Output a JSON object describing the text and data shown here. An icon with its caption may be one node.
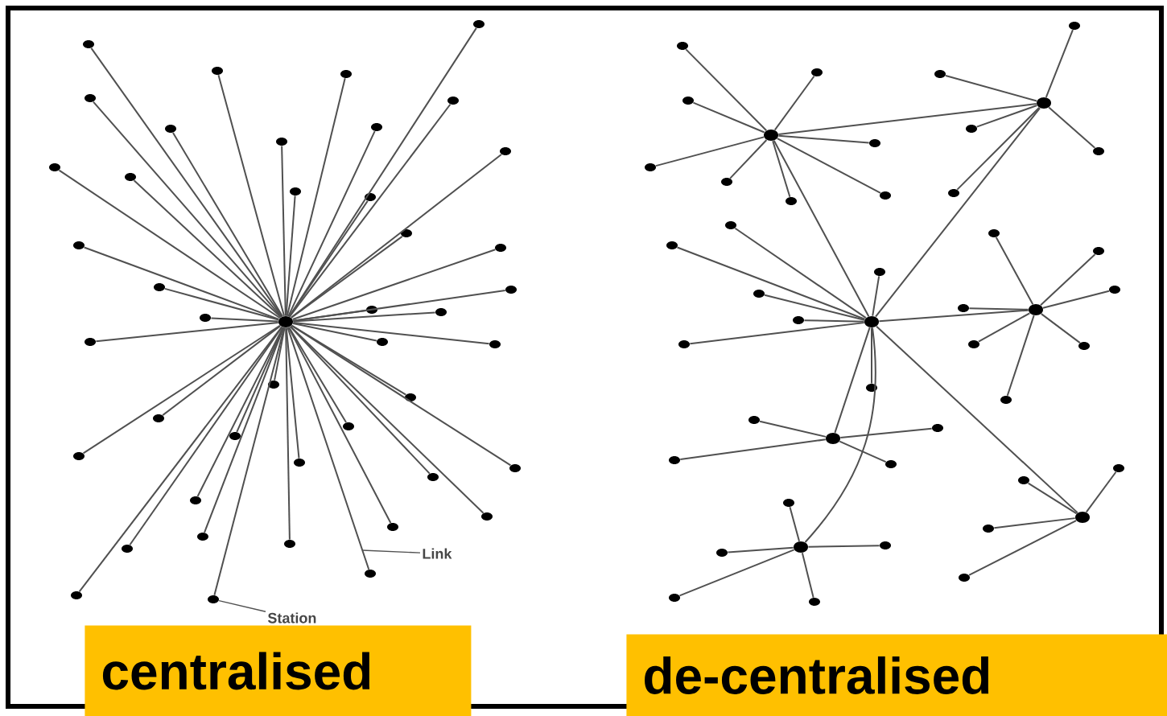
{
  "diagram": {
    "nodes": [
      {
        "text": [],
        "shape": "circle"
      },
      {
        "text": [],
        "shape": "circle"
      },
      {
        "text": [],
        "shape": "circle"
      },
      {
        "text": [],
        "shape": "circle"
      },
      {
        "text": [],
        "shape": "circle"
      },
      {
        "text": [],
        "shape": "circle"
      },
      {
        "text": [],
        "shape": "circle"
      },
      {
        "text": [],
        "shape": "circle"
      },
      {
        "text": [],
        "shape": "circle"
      },
      {
        "text": [],
        "shape": "circle"
      },
      {
        "text": [],
        "shape": "circle"
      },
      {
        "text": [],
        "shape": "circle"
      },
      {
        "text": [],
        "shape": "circle"
      },
      {
        "text": [],
        "shape": "circle"
      },
      {
        "text": [],
        "shape": "circle"
      },
      {
        "text": [],
        "shape": "circle"
      },
      {
        "text": [],
        "shape": "circle"
      },
      {
        "text": [],
        "shape": "circle"
      },
      {
        "text": [],
        "shape": "circle"
      },
      {
        "text": [],
        "shape": "circle"
      },
      {
        "text": [],
        "shape": "circle"
      },
      {
        "text": [],
        "shape": "circle"
      },
      {
        "text": [],
        "shape": "circle"
      },
      {
        "text": [],
        "shape": "circle"
      },
      {
        "text": [],
        "shape": "circle"
      },
      {
        "text": [],
        "shape": "circle"
      },
      {
        "text": [],
        "shape": "circle"
      },
      {
        "text": [],
        "shape": "circle"
      },
      {
        "text": [],
        "shape": "circle"
      },
      {
        "text": [],
        "shape": "circle"
      },
      {
        "text": [],
        "shape": "circle"
      },
      {
        "text": [],
        "shape": "circle"
      },
      {
        "text": [],
        "shape": "circle"
      },
      {
        "text": [],
        "shape": "circle"
      },
      {
        "text": [],
        "shape": "circle"
      },
      {
        "text": [],
        "shape": "circle"
      },
      {
        "text": [],
        "shape": "circle"
      },
      {
        "text": [],
        "shape": "circle"
      },
      {
        "text": [],
        "shape": "circle"
      },
      {
        "text": [],
        "shape": "circle"
      },
      {
        "text": [],
        "shape": "circle"
      },
      {
        "text": [],
        "shape": "circle"
      },
      {
        "text": [],
        "shape": "circle"
      },
      {
        "text": [],
        "shape": "circle"
      },
      {
        "text": [
          "Station"
        ]
      },
      {
        "text": [
          "Link"
        ]
      },
      {
        "text": [
          "centralised"
        ]
      },
      {
        "text": [],
        "shape": "circle"
      },
      {
        "text": [],
        "shape": "circle"
      },
      {
        "text": [],
        "shape": "circle"
      },
      {
        "text": [],
        "shape": "circle"
      },
      {
        "text": [],
        "shape": "circle"
      },
      {
        "text": [],
        "shape": "circle"
      },
      {
        "text": [],
        "shape": "circle"
      },
      {
        "text": [],
        "shape": "circle"
      },
      {
        "text": [],
        "shape": "circle"
      },
      {
        "text": [],
        "shape": "circle"
      },
      {
        "text": [],
        "shape": "circle"
      },
      {
        "text": [],
        "shape": "circle"
      },
      {
        "text": [],
        "shape": "circle"
      },
      {
        "text": [],
        "shape": "circle"
      },
      {
        "text": [],
        "shape": "circle"
      },
      {
        "text": [],
        "shape": "circle"
      },
      {
        "text": [],
        "shape": "circle"
      },
      {
        "text": [],
        "shape": "circle"
      },
      {
        "text": [],
        "shape": "circle"
      },
      {
        "text": [],
        "shape": "circle"
      },
      {
        "text": [],
        "shape": "circle"
      },
      {
        "text": [],
        "shape": "circle"
      },
      {
        "text": [],
        "shape": "circle"
      },
      {
        "text": [],
        "shape": "circle"
      },
      {
        "text": [],
        "shape": "circle"
      },
      {
        "text": [],
        "shape": "circle"
      },
      {
        "text": [],
        "shape": "circle"
      },
      {
        "text": [],
        "shape": "circle"
      },
      {
        "text": [],
        "shape": "circle"
      },
      {
        "text": [],
        "shape": "circle"
      },
      {
        "text": [],
        "shape": "circle"
      },
      {
        "text": [],
        "shape": "circle"
      },
      {
        "text": [],
        "shape": "circle"
      },
      {
        "text": [],
        "shape": "circle"
      },
      {
        "text": [],
        "shape": "circle"
      },
      {
        "text": [],
        "shape": "circle"
      },
      {
        "text": [],
        "shape": "circle"
      },
      {
        "text": [],
        "shape": "circle"
      },
      {
        "text": [],
        "shape": "circle"
      },
      {
        "text": [],
        "shape": "circle"
      },
      {
        "text": [],
        "shape": "circle"
      },
      {
        "text": [],
        "shape": "circle"
      },
      {
        "text": [],
        "shape": "circle"
      },
      {
        "text": [],
        "shape": "circle"
      },
      {
        "text": [],
        "shape": "circle"
      },
      {
        "text": [],
        "shape": "circle"
      },
      {
        "text": [],
        "shape": "circle"
      },
      {
        "text": [
          "de-centralised"
        ]
      }
    ],
    "edges": [
      {
        "from": 0,
        "to": 1,
        "arrow": "none"
      },
      {
        "from": 0,
        "to": 2,
        "arrow": "none"
      },
      {
        "from": 0,
        "to": 3,
        "arrow": "none"
      },
      {
        "from": 0,
        "to": 4,
        "arrow": "none"
      },
      {
        "from": 0,
        "to": 5,
        "arrow": "none"
      },
      {
        "from": 0,
        "to": 6,
        "arrow": "none"
      },
      {
        "from": 0,
        "to": 7,
        "arrow": "none"
      },
      {
        "from": 0,
        "to": 8,
        "arrow": "none"
      },
      {
        "from": 0,
        "to": 9,
        "arrow": "none"
      },
      {
        "from": 0,
        "to": 10,
        "arrow": "none"
      },
      {
        "from": 0,
        "to": 11,
        "arrow": "none"
      },
      {
        "from": 0,
        "to": 12,
        "arrow": "none"
      },
      {
        "from": 0,
        "to": 13,
        "arrow": "none"
      },
      {
        "from": 0,
        "to": 14,
        "arrow": "none"
      },
      {
        "from": 0,
        "to": 15,
        "arrow": "none"
      },
      {
        "from": 0,
        "to": 16,
        "arrow": "none"
      },
      {
        "from": 0,
        "to": 17,
        "arrow": "none"
      },
      {
        "from": 0,
        "to": 18,
        "arrow": "none"
      },
      {
        "from": 0,
        "to": 19,
        "arrow": "none"
      },
      {
        "from": 0,
        "to": 20,
        "arrow": "none"
      },
      {
        "from": 0,
        "to": 21,
        "arrow": "none"
      },
      {
        "from": 0,
        "to": 22,
        "arrow": "none"
      },
      {
        "from": 0,
        "to": 23,
        "arrow": "none"
      },
      {
        "from": 0,
        "to": 24,
        "arrow": "none"
      },
      {
        "from": 0,
        "to": 25,
        "arrow": "none"
      },
      {
        "from": 0,
        "to": 26,
        "arrow": "none"
      },
      {
        "from": 0,
        "to": 27,
        "arrow": "none"
      },
      {
        "from": 0,
        "to": 28,
        "arrow": "none"
      },
      {
        "from": 0,
        "to": 29,
        "arrow": "none"
      },
      {
        "from": 0,
        "to": 30,
        "arrow": "none"
      },
      {
        "from": 0,
        "to": 31,
        "arrow": "none"
      },
      {
        "from": 0,
        "to": 32,
        "arrow": "none"
      },
      {
        "from": 0,
        "to": 33,
        "arrow": "none"
      },
      {
        "from": 0,
        "to": 34,
        "arrow": "none"
      },
      {
        "from": 0,
        "to": 35,
        "arrow": "none"
      },
      {
        "from": 0,
        "to": 36,
        "arrow": "none"
      },
      {
        "from": 0,
        "to": 37,
        "arrow": "none"
      },
      {
        "from": 0,
        "to": 38,
        "arrow": "none"
      },
      {
        "from": 0,
        "to": 39,
        "arrow": "none"
      },
      {
        "from": 0,
        "to": 40,
        "arrow": "none"
      },
      {
        "from": 0,
        "to": 41,
        "arrow": "none"
      },
      {
        "from": 0,
        "to": 42,
        "arrow": "none"
      },
      {
        "from": 0,
        "to": 43,
        "arrow": "none"
      },
      {
        "from": 44,
        "to": 43,
        "arrow": "none"
      },
      {
        "from": 45,
        "to": null,
        "arrow": "none"
      },
      {
        "from": 47,
        "to": 54,
        "arrow": "none"
      },
      {
        "from": 47,
        "to": 55,
        "arrow": "none"
      },
      {
        "from": 47,
        "to": 56,
        "arrow": "none"
      },
      {
        "from": 47,
        "to": 57,
        "arrow": "none"
      },
      {
        "from": 47,
        "to": 58,
        "arrow": "none"
      },
      {
        "from": 47,
        "to": 59,
        "arrow": "none"
      },
      {
        "from": 47,
        "to": 60,
        "arrow": "none"
      },
      {
        "from": 47,
        "to": 61,
        "arrow": "none"
      },
      {
        "from": 48,
        "to": 62,
        "arrow": "none"
      },
      {
        "from": 48,
        "to": 63,
        "arrow": "none"
      },
      {
        "from": 48,
        "to": 64,
        "arrow": "none"
      },
      {
        "from": 48,
        "to": 65,
        "arrow": "none"
      },
      {
        "from": 48,
        "to": 66,
        "arrow": "none"
      },
      {
        "from": 49,
        "to": 67,
        "arrow": "none"
      },
      {
        "from": 49,
        "to": 68,
        "arrow": "none"
      },
      {
        "from": 49,
        "to": 69,
        "arrow": "none"
      },
      {
        "from": 49,
        "to": 70,
        "arrow": "none"
      },
      {
        "from": 49,
        "to": 71,
        "arrow": "none"
      },
      {
        "from": 49,
        "to": 72,
        "arrow": "none"
      },
      {
        "from": 49,
        "to": 73,
        "arrow": "none"
      },
      {
        "from": 50,
        "to": 74,
        "arrow": "none"
      },
      {
        "from": 50,
        "to": 75,
        "arrow": "none"
      },
      {
        "from": 50,
        "to": 76,
        "arrow": "none"
      },
      {
        "from": 50,
        "to": 77,
        "arrow": "none"
      },
      {
        "from": 50,
        "to": 78,
        "arrow": "none"
      },
      {
        "from": 50,
        "to": 79,
        "arrow": "none"
      },
      {
        "from": 50,
        "to": 80,
        "arrow": "none"
      },
      {
        "from": 51,
        "to": 81,
        "arrow": "none"
      },
      {
        "from": 51,
        "to": 82,
        "arrow": "none"
      },
      {
        "from": 51,
        "to": 83,
        "arrow": "none"
      },
      {
        "from": 51,
        "to": 84,
        "arrow": "none"
      },
      {
        "from": 52,
        "to": 85,
        "arrow": "none"
      },
      {
        "from": 52,
        "to": 86,
        "arrow": "none"
      },
      {
        "from": 52,
        "to": 87,
        "arrow": "none"
      },
      {
        "from": 52,
        "to": 88,
        "arrow": "none"
      },
      {
        "from": 52,
        "to": 89,
        "arrow": "none"
      },
      {
        "from": 53,
        "to": 90,
        "arrow": "none"
      },
      {
        "from": 53,
        "to": 91,
        "arrow": "none"
      },
      {
        "from": 53,
        "to": 92,
        "arrow": "none"
      },
      {
        "from": 53,
        "to": 93,
        "arrow": "none"
      },
      {
        "from": 47,
        "to": 48,
        "arrow": "none"
      },
      {
        "from": 47,
        "to": 49,
        "arrow": "none"
      },
      {
        "from": 48,
        "to": 49,
        "arrow": "none"
      },
      {
        "from": 49,
        "to": 50,
        "arrow": "none"
      },
      {
        "from": 49,
        "to": 53,
        "arrow": "none"
      },
      {
        "from": 49,
        "to": 51,
        "arrow": "none"
      },
      {
        "from": 49,
        "to": 52,
        "arrow": "none"
      }
    ]
  }
}
